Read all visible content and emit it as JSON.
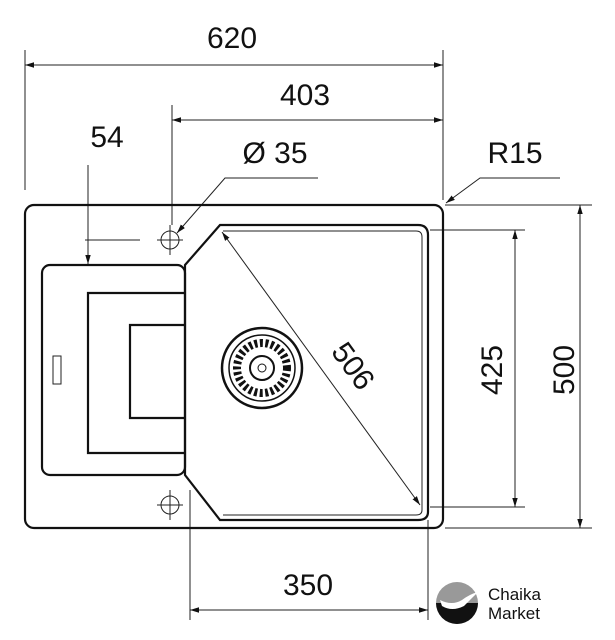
{
  "dimensions": {
    "total_width": "620",
    "bowl_width_total": "403",
    "drainer_offset": "54",
    "tap_hole": "Ø 35",
    "corner_radius": "R15",
    "diagonal": "506",
    "bowl_depth": "425",
    "total_depth": "500",
    "bowl_width": "350"
  },
  "logo": {
    "line1": "Chaika",
    "line2": "Market"
  }
}
